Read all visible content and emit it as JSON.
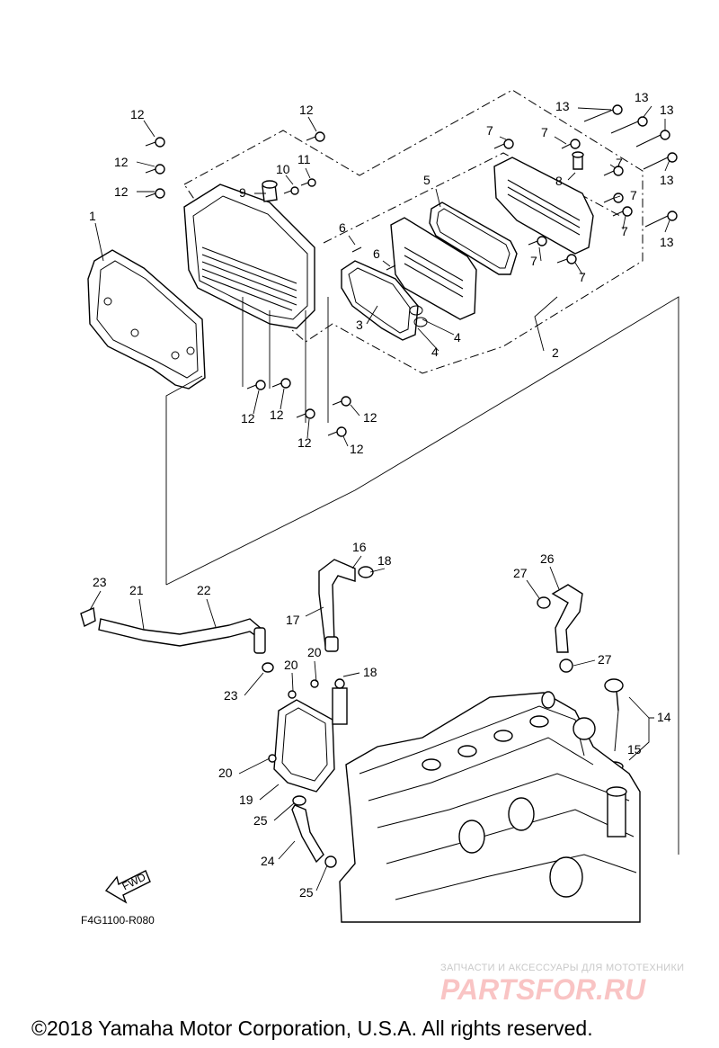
{
  "diagram": {
    "code": "F4G1100-R080",
    "fwd_label": "FWD",
    "callouts": [
      "1",
      "2",
      "3",
      "4",
      "5",
      "6",
      "7",
      "8",
      "9",
      "10",
      "11",
      "12",
      "13",
      "14",
      "15",
      "16",
      "17",
      "18",
      "19",
      "20",
      "21",
      "22",
      "23",
      "24",
      "25",
      "26",
      "27"
    ]
  },
  "watermark": {
    "tagline": "ЗАПЧАСТИ И АКСЕССУАРЫ ДЛЯ МОТОТЕХНИКИ",
    "logo": "PARTSFOR.RU"
  },
  "footer": {
    "copyright": "©2018 Yamaha Motor Corporation, U.S.A. All rights reserved."
  }
}
